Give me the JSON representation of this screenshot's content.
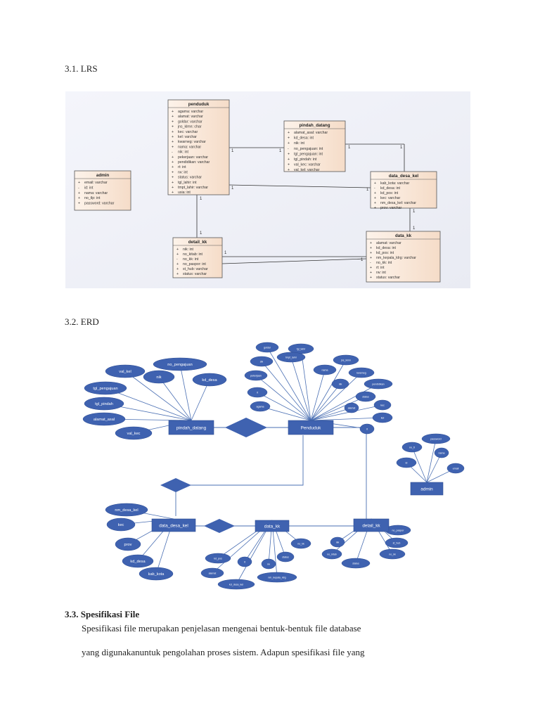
{
  "section_lrs": "3.1. LRS",
  "section_erd": "3.2. ERD",
  "section_spec": "3.3. Spesifikasi File",
  "paragraph_1": "Spesifikasi file merupakan penjelasan mengenai bentuk-bentuk file database",
  "paragraph_2": "yang digunakanuntuk pengolahan proses sistem. Adapun spesifikasi file yang",
  "lrs": {
    "tables": [
      {
        "id": "penduduk",
        "title": "penduduk",
        "rows": [
          {
            "s": "+",
            "t": "agama: varchar"
          },
          {
            "s": "+",
            "t": "alamat: varchar"
          },
          {
            "s": "+",
            "t": "goldar: varchar"
          },
          {
            "s": "+",
            "t": "jns_klmn: char"
          },
          {
            "s": "+",
            "t": "kec: varchar"
          },
          {
            "s": "+",
            "t": "kel: varchar"
          },
          {
            "s": "+",
            "t": "kwarneg: varchar"
          },
          {
            "s": "+",
            "t": "nama: varchar"
          },
          {
            "s": "-",
            "t": "nik: int"
          },
          {
            "s": "+",
            "t": "pekerjaan: varchar"
          },
          {
            "s": "+",
            "t": "pendidikan: varchar"
          },
          {
            "s": "+",
            "t": "rt: int"
          },
          {
            "s": "+",
            "t": "rw: int"
          },
          {
            "s": "+",
            "t": "status: varchar"
          },
          {
            "s": "+",
            "t": "tgl_lahir: int"
          },
          {
            "s": "+",
            "t": "tmpt_lahir: varchar"
          },
          {
            "s": "+",
            "t": "usia: int"
          }
        ]
      },
      {
        "id": "pindah_datang",
        "title": "pindah_datang",
        "rows": [
          {
            "s": "+",
            "t": "alamat_asal: varchar"
          },
          {
            "s": "+",
            "t": "kd_desa: int"
          },
          {
            "s": "+",
            "t": "nik: int"
          },
          {
            "s": "-",
            "t": "no_pengajuan: int"
          },
          {
            "s": "+",
            "t": "tgl_pengajuan: int"
          },
          {
            "s": "+",
            "t": "tgl_pindah: int"
          },
          {
            "s": "+",
            "t": "val_kec: varchar"
          },
          {
            "s": "+",
            "t": "val_kel: varchar"
          }
        ]
      },
      {
        "id": "admin",
        "title": "admin",
        "rows": [
          {
            "s": "+",
            "t": "email: varchar"
          },
          {
            "s": "-",
            "t": "id: int"
          },
          {
            "s": "+",
            "t": "nama: varchar"
          },
          {
            "s": "+",
            "t": "no_tlp: int"
          },
          {
            "s": "+",
            "t": "password: varchar"
          }
        ]
      },
      {
        "id": "data_desa_kel",
        "title": "data_desa_kel",
        "rows": [
          {
            "s": "+",
            "t": "kab_kota: varchar"
          },
          {
            "s": "-",
            "t": "kd_desa: int"
          },
          {
            "s": "+",
            "t": "kd_pos: int"
          },
          {
            "s": "+",
            "t": "kec: varchar"
          },
          {
            "s": "+",
            "t": "nm_desa_kel: varchar"
          },
          {
            "s": "+",
            "t": "prov: varchar"
          }
        ]
      },
      {
        "id": "detail_kk",
        "title": "detail_kk",
        "rows": [
          {
            "s": "+",
            "t": "nik: int"
          },
          {
            "s": "+",
            "t": "no_kitab: int"
          },
          {
            "s": "-",
            "t": "no_kk: int"
          },
          {
            "s": "+",
            "t": "no_paspor: int"
          },
          {
            "s": "+",
            "t": "st_hub: varchar"
          },
          {
            "s": "+",
            "t": "status: varchar"
          }
        ]
      },
      {
        "id": "data_kk",
        "title": "data_kk",
        "rows": [
          {
            "s": "+",
            "t": "alamat: varchar"
          },
          {
            "s": "+",
            "t": "kd_desa: int"
          },
          {
            "s": "+",
            "t": "kd_pos: int"
          },
          {
            "s": "+",
            "t": "nm_kepala_klrg: varchar"
          },
          {
            "s": "-",
            "t": "no_kk: int"
          },
          {
            "s": "+",
            "t": "rt: int"
          },
          {
            "s": "+",
            "t": "rw: int"
          },
          {
            "s": "+",
            "t": "status: varchar"
          }
        ]
      }
    ],
    "multiplicity": "1"
  },
  "erd": {
    "entities": [
      "pindah_datang",
      "Penduduk",
      "admin",
      "data_desa_kel",
      "data_kk",
      "detail_kk"
    ],
    "attributes": {
      "pindah_datang": [
        "val_kel",
        "no_pengajuan",
        "nik",
        "kd_desa",
        "tgl_pengajuan",
        "tgl_pindah",
        "alamat_asal",
        "val_kec"
      ],
      "penduduk": [
        "goldar",
        "tgl_lahir",
        "tmpt_lahir",
        "jns_klmn",
        "slk",
        "nama",
        "kwarneg",
        "pekerjaan",
        "nik",
        "pendidikan",
        "rt",
        "status",
        "agama",
        "kec",
        "alamat",
        "kel",
        "rt"
      ],
      "admin": [
        "no_tl",
        "password",
        "nama",
        "id",
        "email"
      ],
      "data_desa_kel": [
        "nm_desa_kel",
        "kec",
        "prov",
        "kd_desa",
        "kab_kota"
      ],
      "data_kk": [
        "kd_pos",
        "rt",
        "alamat",
        "kd_desa_kel",
        "rw",
        "nm_kepala_klrg",
        "status",
        "no_kk"
      ],
      "detail_kk": [
        "nik",
        "no_kitab",
        "status",
        "no_paspor",
        "st_hub",
        "no_kk"
      ]
    }
  }
}
